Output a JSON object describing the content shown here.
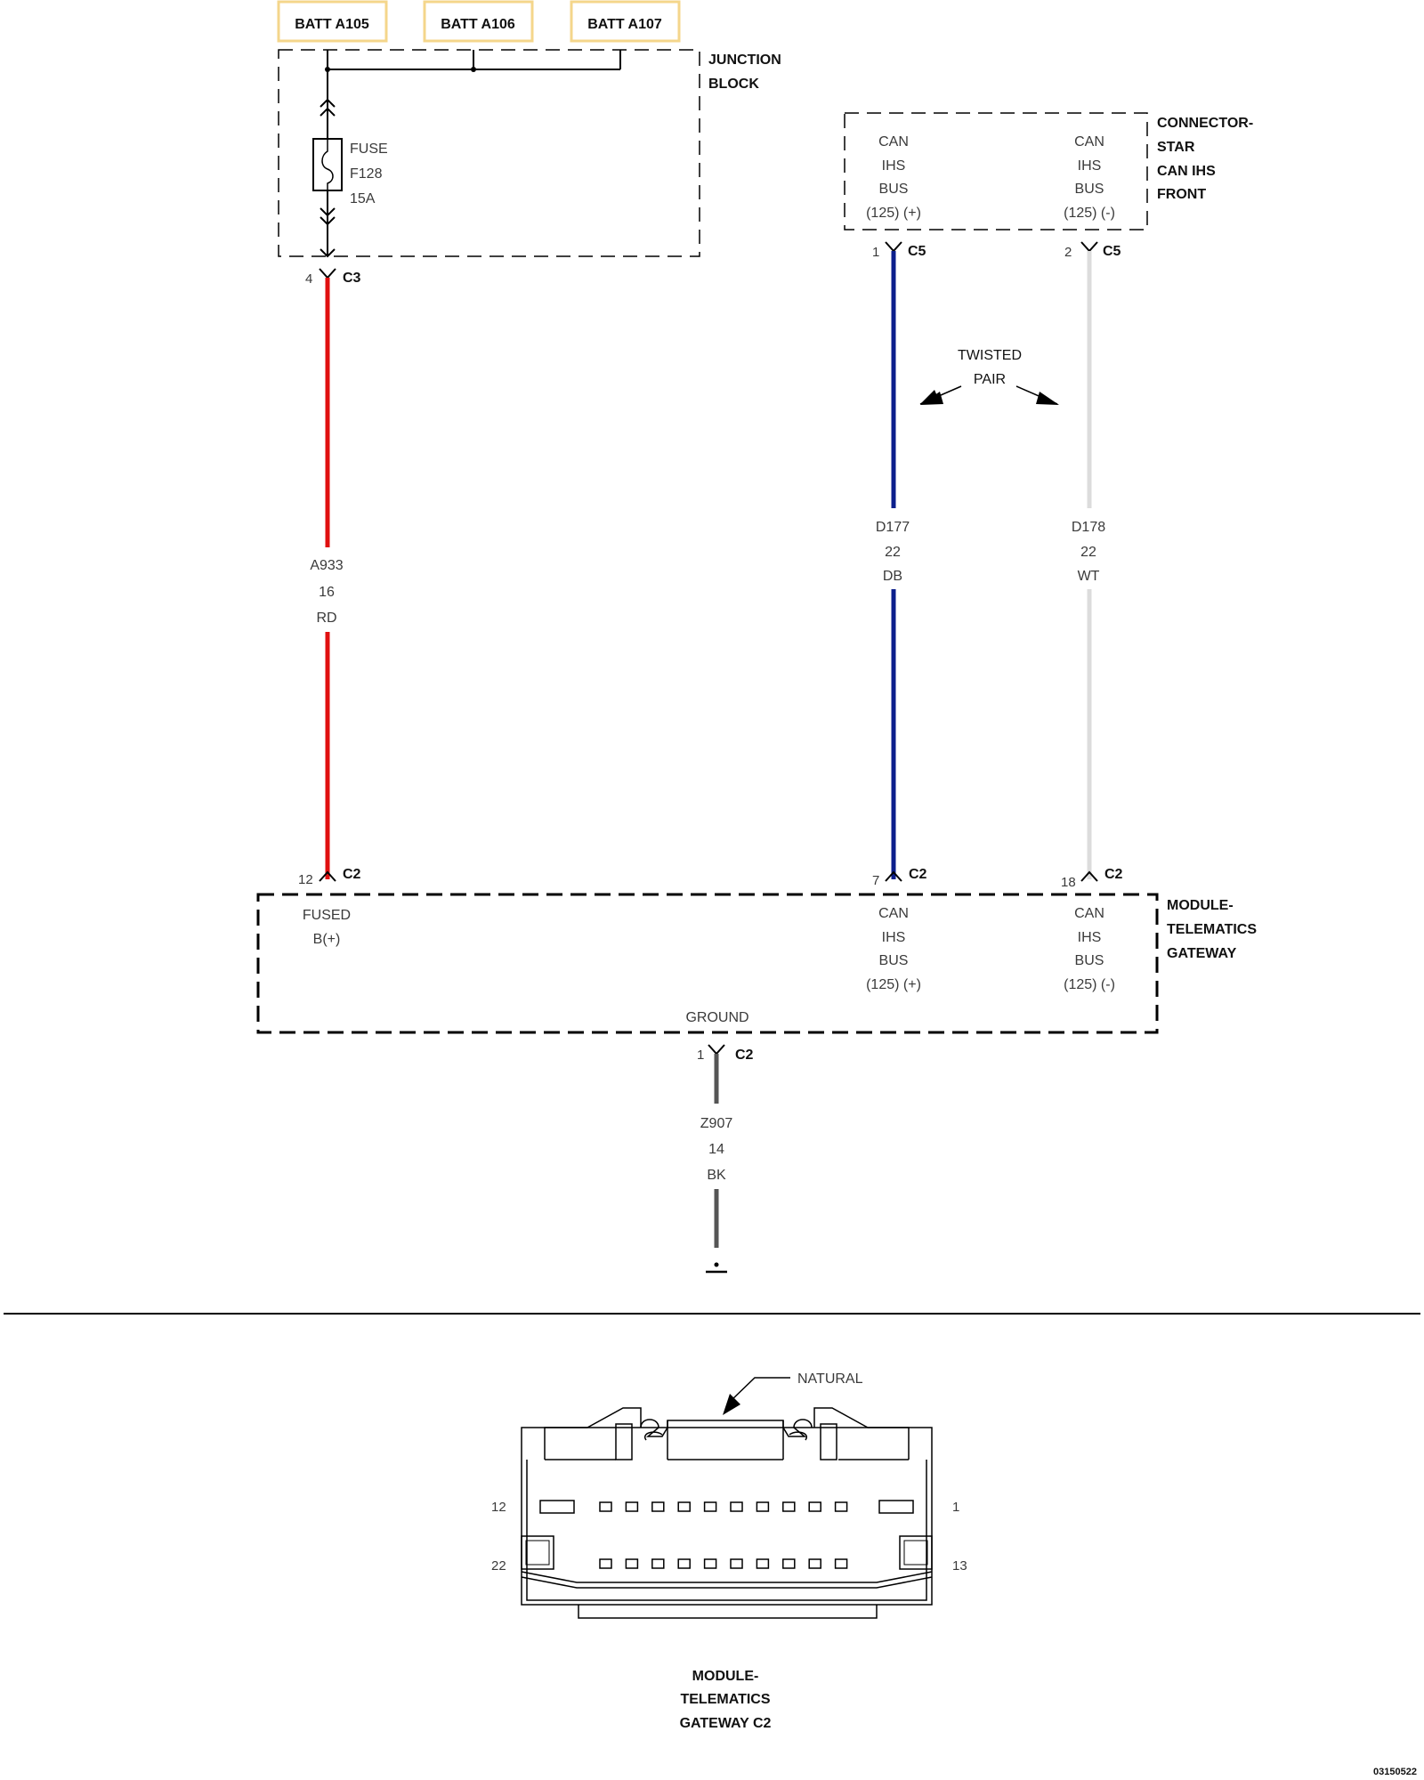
{
  "colors": {
    "wire_red": "#e01010",
    "wire_blue": "#0c1f8c",
    "wire_white": "#dcdcdc",
    "wire_black": "#555555",
    "batt_box_border": "#f4d68b",
    "line": "#000000"
  },
  "batt_sources": [
    "BATT A105",
    "BATT A106",
    "BATT A107"
  ],
  "junction_block": {
    "title": [
      "JUNCTION",
      "BLOCK"
    ],
    "fuse": [
      "FUSE",
      "F128",
      "15A"
    ],
    "output_pin": "4",
    "output_connector": "C3"
  },
  "connector_star": {
    "title": [
      "CONNECTOR-",
      "STAR",
      "CAN IHS",
      "FRONT"
    ],
    "pin_plus": [
      "CAN",
      "IHS",
      "BUS",
      "(125) (+)"
    ],
    "pin_minus": [
      "CAN",
      "IHS",
      "BUS",
      "(125) (-)"
    ],
    "plus_pin": "1",
    "plus_connector": "C5",
    "minus_pin": "2",
    "minus_connector": "C5"
  },
  "twisted_pair": [
    "TWISTED",
    "PAIR"
  ],
  "wires": {
    "a933": [
      "A933",
      "16",
      "RD"
    ],
    "d177": [
      "D177",
      "22",
      "DB"
    ],
    "d178": [
      "D178",
      "22",
      "WT"
    ],
    "z907": [
      "Z907",
      "14",
      "BK"
    ]
  },
  "gateway": {
    "title": [
      "MODULE-",
      "TELEMATICS",
      "GATEWAY"
    ],
    "fused_b": [
      "FUSED",
      "B(+)"
    ],
    "can_plus": [
      "CAN",
      "IHS",
      "BUS",
      "(125) (+)"
    ],
    "can_minus": [
      "CAN",
      "IHS",
      "BUS",
      "(125) (-)"
    ],
    "ground_label": "GROUND",
    "pin_fused": "12",
    "pin_can_plus": "7",
    "pin_can_minus": "18",
    "pin_ground": "1",
    "connector": "C2"
  },
  "connector_view": {
    "natural_label": "NATURAL",
    "pin_labels": {
      "top_left": "12",
      "top_right": "1",
      "bottom_left": "22",
      "bottom_right": "13"
    },
    "caption": [
      "MODULE-",
      "TELEMATICS",
      "GATEWAY C2"
    ]
  },
  "diagram_code": "03150522"
}
